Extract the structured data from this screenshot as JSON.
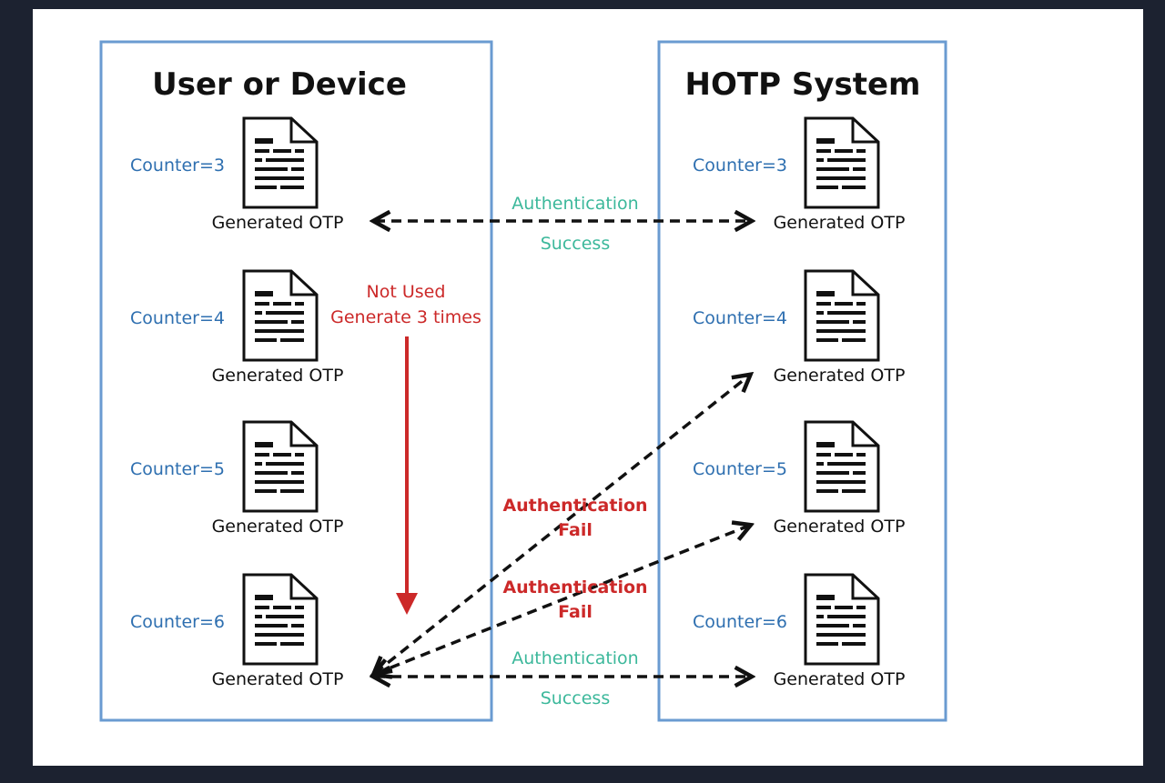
{
  "left_panel": {
    "title": "User or Device",
    "items": [
      {
        "counter": "Counter=3",
        "label": "Generated  OTP"
      },
      {
        "counter": "Counter=4",
        "label": "Generated  OTP"
      },
      {
        "counter": "Counter=5",
        "label": "Generated  OTP"
      },
      {
        "counter": "Counter=6",
        "label": "Generated  OTP"
      }
    ]
  },
  "right_panel": {
    "title": "HOTP System",
    "items": [
      {
        "counter": "Counter=3",
        "label": "Generated  OTP"
      },
      {
        "counter": "Counter=4",
        "label": "Generated  OTP"
      },
      {
        "counter": "Counter=5",
        "label": "Generated  OTP"
      },
      {
        "counter": "Counter=6",
        "label": "Generated  OTP"
      }
    ]
  },
  "note": {
    "line1": "Not Used",
    "line2": "Generate 3 times"
  },
  "links": {
    "success_top": {
      "line1": "Authentication",
      "line2": "Success"
    },
    "fail_1": {
      "line1": "Authentication",
      "line2": "Fail"
    },
    "fail_2": {
      "line1": "Authentication",
      "line2": "Fail"
    },
    "success_bottom": {
      "line1": "Authentication",
      "line2": "Success"
    }
  },
  "colors": {
    "panel_border": "#6a9bd1",
    "counter": "#2e6fb0",
    "success": "#3cb89b",
    "fail": "#cc2929",
    "arrow": "#111111"
  },
  "icons": {
    "document": "document-icon"
  }
}
